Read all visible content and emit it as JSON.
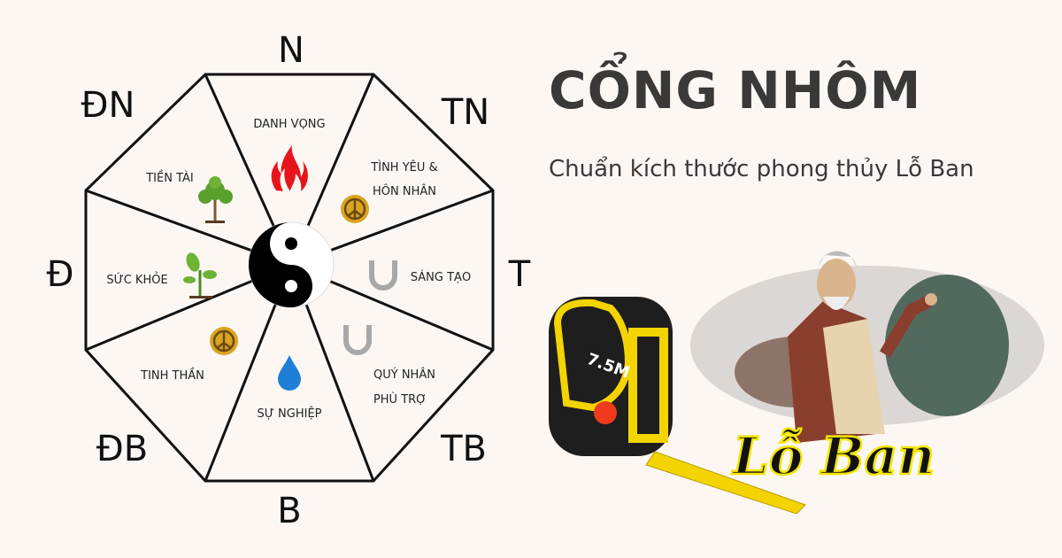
{
  "heading": {
    "title": "CỔNG NHÔM",
    "subtitle": "Chuẩn kích thước phong thủy Lỗ Ban"
  },
  "bagua": {
    "directions": {
      "n": "N",
      "ne": "TN",
      "e": "T",
      "se": "TB",
      "s": "B",
      "sw": "ĐB",
      "w": "Đ",
      "nw": "ĐN"
    },
    "sectors": [
      {
        "label": [
          "DANH VỌNG"
        ],
        "icon": "fire-icon"
      },
      {
        "label": [
          "TÌNH YÊU &",
          "HÔN NHÂN"
        ],
        "icon": "peace-sign-icon"
      },
      {
        "label": [
          "SÁNG TẠO"
        ],
        "icon": "horseshoe-icon"
      },
      {
        "label": [
          "QUÝ NHÂN",
          "PHÙ TRỢ"
        ],
        "icon": "horseshoe-icon"
      },
      {
        "label": [
          "SỰ NGHIỆP"
        ],
        "icon": "water-drop-icon"
      },
      {
        "label": [
          "TINH THẦN"
        ],
        "icon": "peace-sign-icon"
      },
      {
        "label": [
          "SỨC KHỎE"
        ],
        "icon": "sprout-icon"
      },
      {
        "label": [
          "TIỀN TÀI"
        ],
        "icon": "tree-icon"
      }
    ],
    "center_icon": "yin-yang-icon"
  },
  "illustration": {
    "tape_label": "7.5M",
    "logo_text": "Lỗ Ban"
  },
  "colors": {
    "background": "#fdf7f4",
    "text": "#3b3838",
    "fire": "#e8141b",
    "coin": "#d9a521",
    "water": "#1f7fd6",
    "leaf": "#5aa02c",
    "tape": "#f3d400"
  }
}
